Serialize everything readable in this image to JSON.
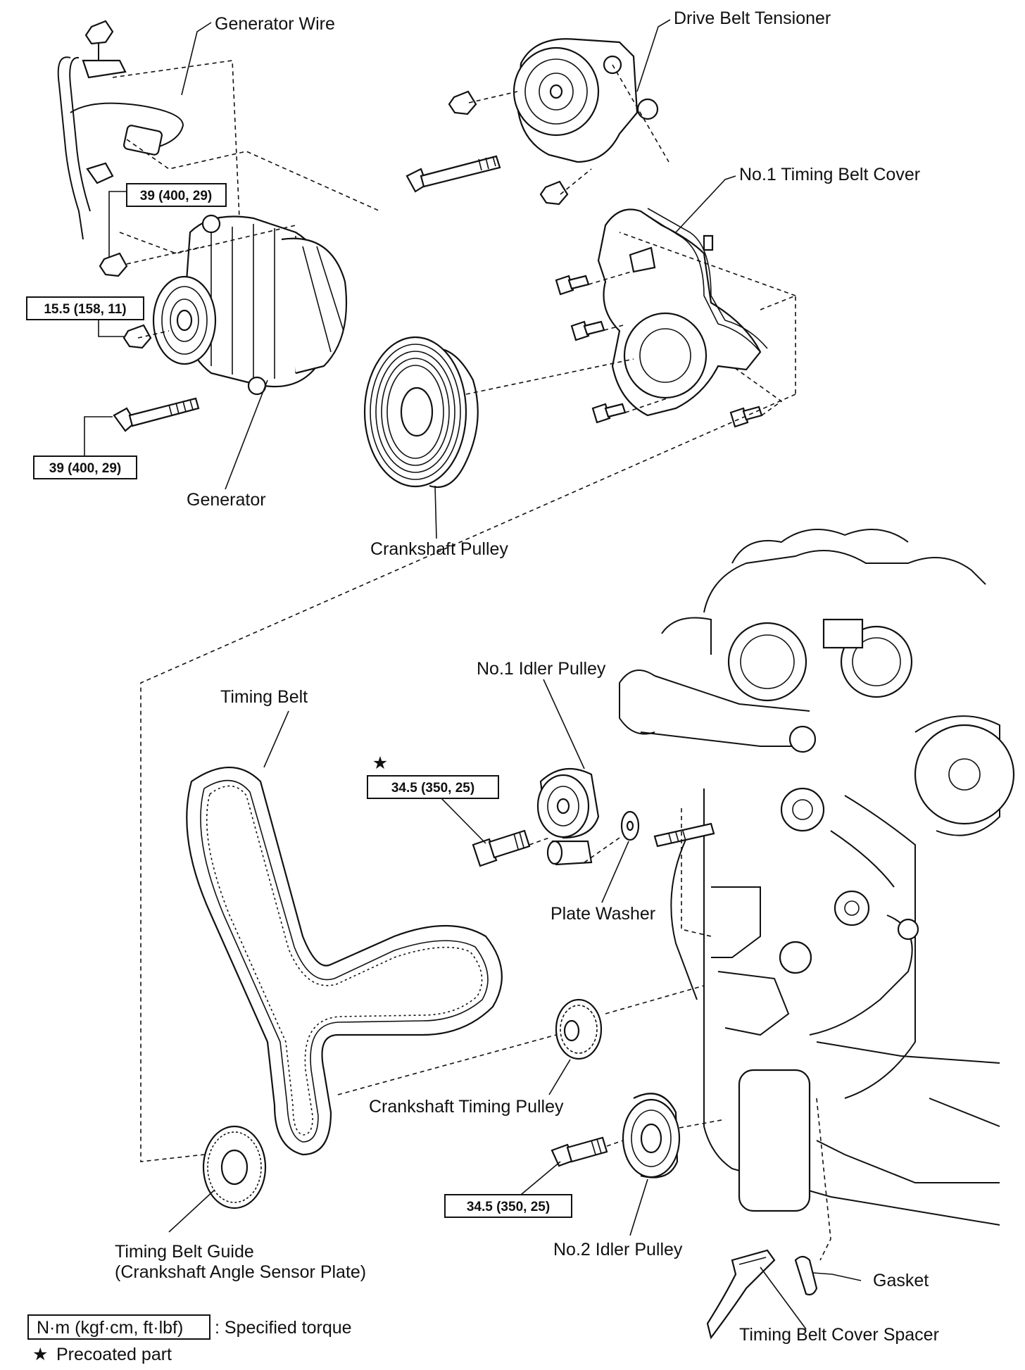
{
  "labels": {
    "generator_wire": "Generator Wire",
    "drive_belt_tensioner": "Drive Belt Tensioner",
    "no1_timing_belt_cover": "No.1 Timing Belt Cover",
    "generator": "Generator",
    "crankshaft_pulley": "Crankshaft Pulley",
    "no1_idler_pulley": "No.1 Idler Pulley",
    "timing_belt": "Timing Belt",
    "plate_washer": "Plate Washer",
    "crankshaft_timing_pulley": "Crankshaft Timing Pulley",
    "timing_belt_guide_line1": "Timing Belt Guide",
    "timing_belt_guide_line2": "(Crankshaft Angle Sensor Plate)",
    "no2_idler_pulley": "No.2 Idler Pulley",
    "gasket": "Gasket",
    "timing_belt_cover_spacer": "Timing Belt Cover Spacer"
  },
  "torques": {
    "generator_wire_nut": "39 (400, 29)",
    "generator_pulley_nut": "15.5 (158, 11)",
    "generator_bolt": "39 (400, 29)",
    "no1_idler_bolt": "34.5 (350, 25)",
    "no2_idler_bolt": "34.5 (350, 25)"
  },
  "precoat_mark": "★",
  "legend": {
    "unit_box": "N·m (kgf·cm, ft·lbf)",
    "unit_desc": ": Specified torque",
    "precoat_star": "★",
    "precoat_desc": "Precoated part"
  }
}
